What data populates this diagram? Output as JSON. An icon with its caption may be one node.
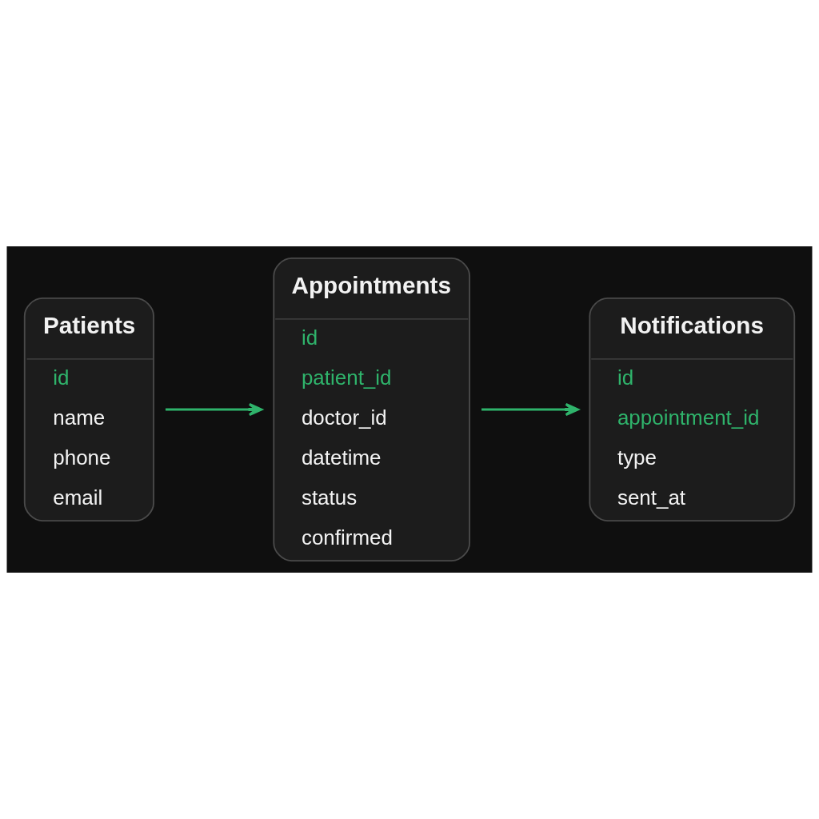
{
  "diagram": {
    "nodes": [
      {
        "text": [
          "Patients",
          "id",
          "name",
          "phone",
          "email"
        ]
      },
      {
        "text": [
          "Appointments",
          "id",
          "patient_id",
          "doctor_id",
          "datetime",
          "status",
          "confirmed"
        ]
      },
      {
        "text": [
          "Notifications",
          "id",
          "appointment_id",
          "type",
          "sent_at"
        ]
      }
    ],
    "edges": [
      {
        "from": 0,
        "to": 1,
        "arrow": "to"
      },
      {
        "from": 1,
        "to": 2,
        "arrow": "to"
      }
    ]
  }
}
